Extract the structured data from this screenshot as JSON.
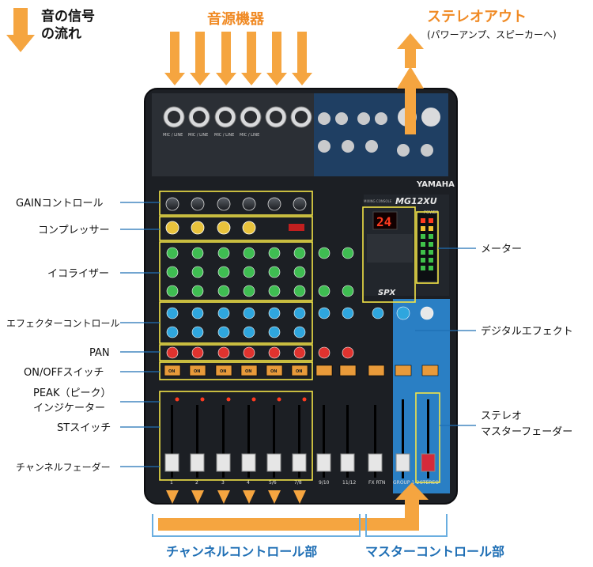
{
  "title": {
    "signal_flow": [
      "音の信号",
      "の流れ"
    ],
    "source": "音源機器",
    "stereo_out": "ステレオアウト",
    "stereo_out_sub": "(パワーアンプ、スピーカーへ)"
  },
  "mixer": {
    "brand": "YAMAHA",
    "model": "MG12XU",
    "model_sub": "MIXING CONSOLE",
    "display": "24",
    "fx_brand": "SPX",
    "power": "POWER",
    "channel_numbers": [
      "1",
      "2",
      "3",
      "4",
      "5/6",
      "7/8",
      "9/10",
      "11/12",
      "FX RTN"
    ],
    "input_caption": "MIC / LINE",
    "on_label": "ON",
    "fader_group_label": "GROUP 1-2",
    "fader_stereo_label": "STEREO"
  },
  "labels_left": [
    "GAINコントロール",
    "コンプレッサー",
    "イコライザー",
    "エフェクターコントロール",
    "PAN",
    "ON/OFFスイッチ",
    "PEAK（ピーク）",
    "インジケーター",
    "STスイッチ",
    "チャンネルフェーダー"
  ],
  "labels_right": [
    "メーター",
    "デジタルエフェクト",
    "ステレオ",
    "マスターフェーダー"
  ],
  "sections": {
    "channel": "チャンネルコントロール部",
    "master": "マスターコントロール部"
  },
  "colors": {
    "arrow": "#f5a540",
    "arrow_text": "#f08a24",
    "section_text": "#1f6fb5",
    "bracket": "#6aaee0",
    "highlight": "#f3e447",
    "panel": "#1c1f24",
    "master_panel": "#2a7fc4"
  }
}
